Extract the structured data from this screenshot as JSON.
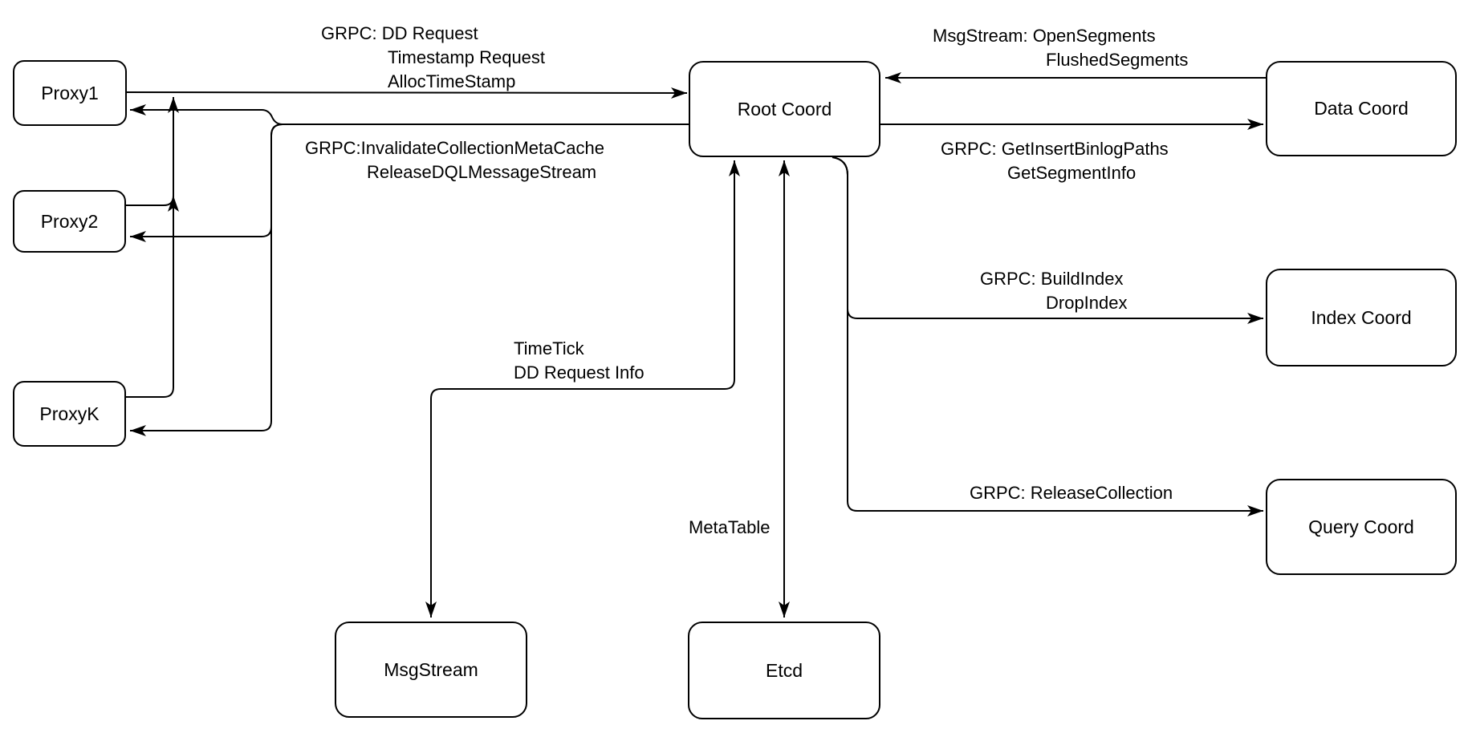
{
  "diagram": {
    "nodes": {
      "proxy1": "Proxy1",
      "proxy2": "Proxy2",
      "proxyk": "ProxyK",
      "root_coord": "Root Coord",
      "data_coord": "Data Coord",
      "index_coord": "Index Coord",
      "query_coord": "Query Coord",
      "msgstream": "MsgStream",
      "etcd": "Etcd"
    },
    "edge_labels": {
      "proxy_to_root": {
        "l1": "GRPC: DD Request",
        "l2": "Timestamp Request",
        "l3": "AllocTimeStamp"
      },
      "root_to_proxy": {
        "l1": "GRPC:InvalidateCollectionMetaCache",
        "l2": "ReleaseDQLMessageStream"
      },
      "data_to_root": {
        "l1": "MsgStream: OpenSegments",
        "l2": "FlushedSegments"
      },
      "root_to_data": {
        "l1": "GRPC: GetInsertBinlogPaths",
        "l2": "GetSegmentInfo"
      },
      "root_to_index": {
        "l1": "GRPC: BuildIndex",
        "l2": "DropIndex"
      },
      "root_to_query": {
        "l1": "GRPC: ReleaseCollection"
      },
      "root_to_msgstream": {
        "l1": "TimeTick",
        "l2": "DD Request Info"
      },
      "root_to_etcd": {
        "l1": "MetaTable"
      }
    },
    "colors": {
      "stroke": "#000000",
      "node_fill": "#ffffff",
      "text": "#000000"
    }
  }
}
